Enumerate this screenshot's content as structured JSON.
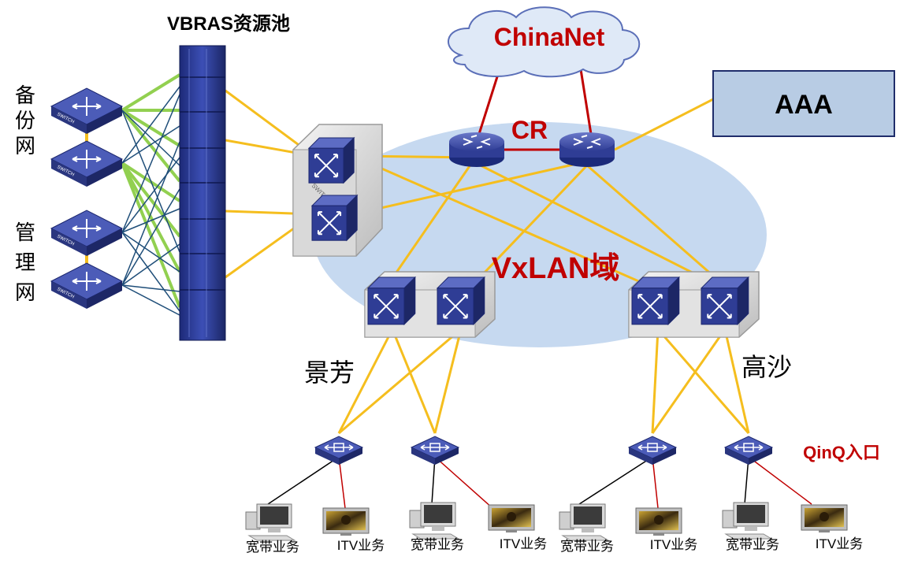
{
  "labels": {
    "vbras_pool": "VBRAS资源池",
    "chinanet": "ChinaNet",
    "aaa": "AAA",
    "cr": "CR",
    "vxlan": "VxLAN域",
    "backup_net": [
      "备",
      "份",
      "网"
    ],
    "mgmt_net": [
      "管",
      "理",
      "网"
    ],
    "site_left": "景芳",
    "site_right": "高沙",
    "qinq": "QinQ入口",
    "switch_text": "SWITCH"
  },
  "services": [
    "宽带业务",
    "ITV业务",
    "宽带业务",
    "ITV业务",
    "宽带业务",
    "ITV业务",
    "宽带业务",
    "ITV业务"
  ],
  "colors": {
    "link_yellow": "#f5be1e",
    "link_green": "#92d050",
    "link_blue": "#1f4e79",
    "link_red": "#c00000",
    "cloud_fill": "#dfe9f7",
    "ellipse_fill": "#c6d9f0",
    "device_blue": "#2e3d8f",
    "aaa_fill": "#b8cce4",
    "text_red": "#c00000",
    "text_black": "#000000"
  },
  "icons": {
    "vbras_rack": "server-rack-icon",
    "switch": "lan-switch-icon",
    "router": "router-icon",
    "access_switch": "access-switch-icon",
    "pc": "desktop-pc-icon",
    "tv": "tv-icon",
    "cloud": "cloud-icon"
  }
}
